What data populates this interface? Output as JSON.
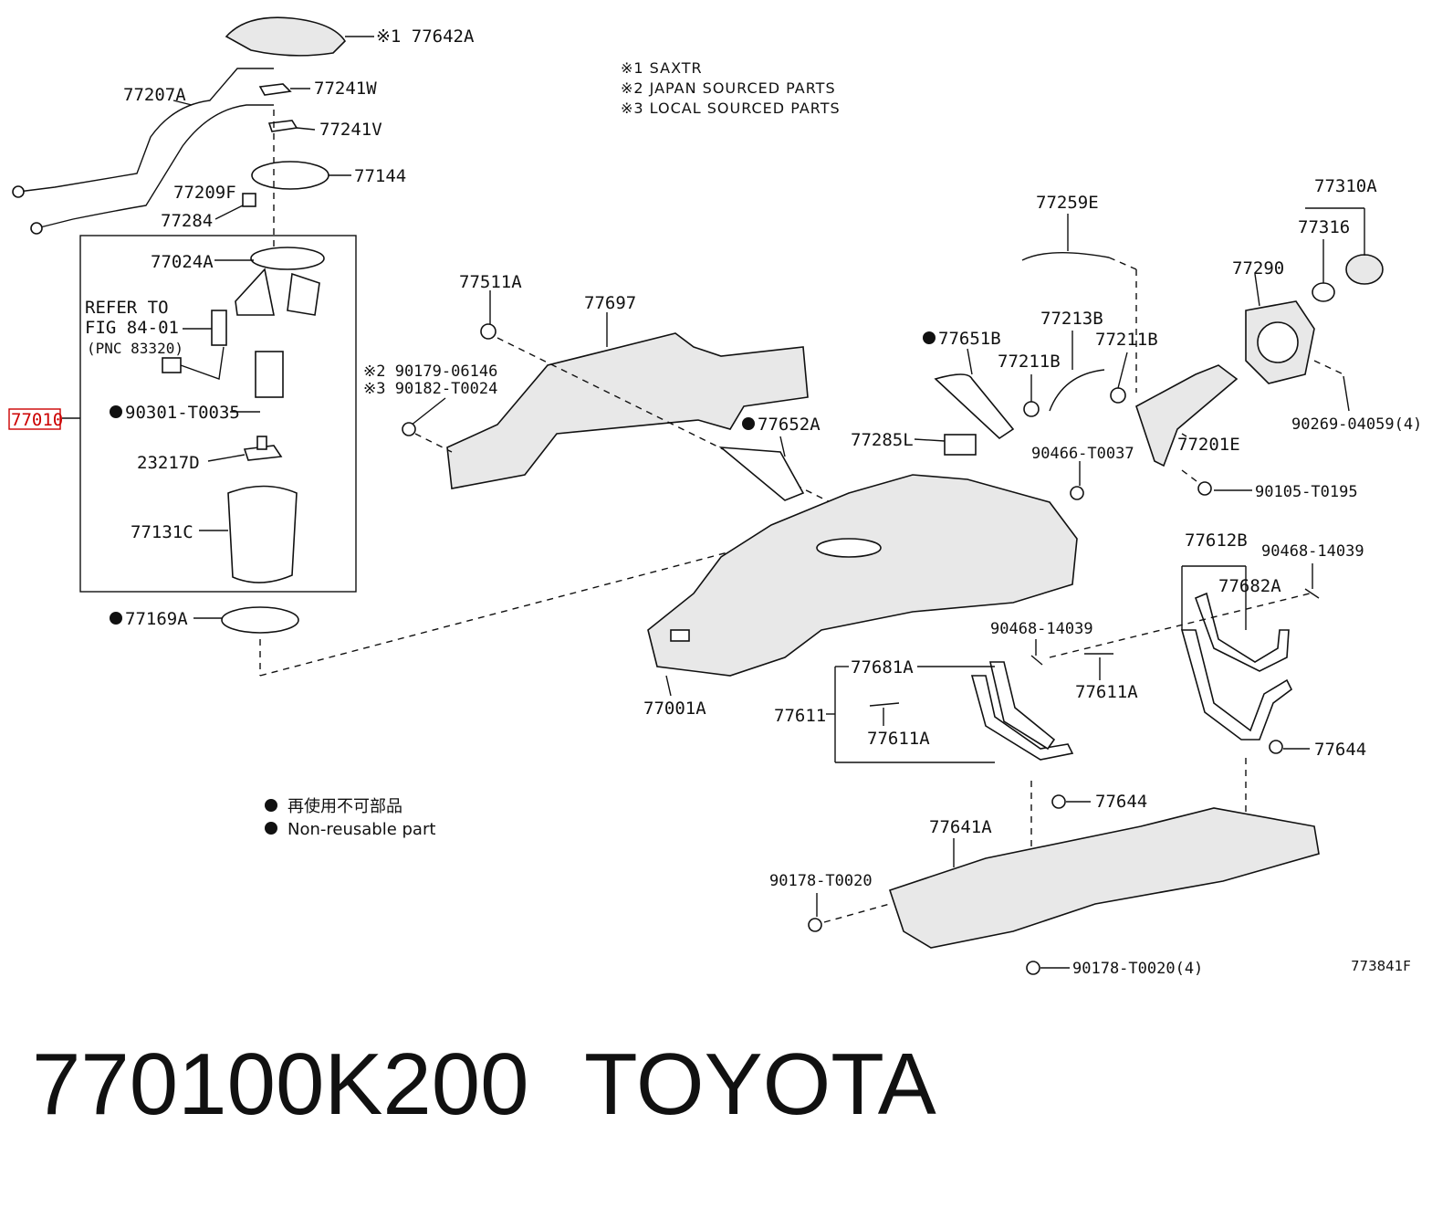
{
  "notes": {
    "n1": "※1 SAXTR",
    "n2": "※2 JAPAN SOURCED PARTS",
    "n3": "※3 LOCAL SOURCED PARTS"
  },
  "legend": {
    "jp": "再使用不可部品",
    "en": "Non-reusable part"
  },
  "refer": {
    "l1": "REFER TO",
    "l2": "FIG 84-01",
    "l3": "(PNC 83320)"
  },
  "parts": {
    "p77642A": "※1 77642A",
    "p77207A": "77207A",
    "p77241W": "77241W",
    "p77241V": "77241V",
    "p77144": "77144",
    "p77209F": "77209F",
    "p77284": "77284",
    "p77024A": "77024A",
    "p77010": "77010",
    "p90301": "90301-T0035",
    "p23217D": "23217D",
    "p77131C": "77131C",
    "p77169A": "77169A",
    "p77511A": "77511A",
    "p77697": "77697",
    "p90179": "※2 90179-06146",
    "p90182": "※3 90182-T0024",
    "p77652A": "77652A",
    "p77651B": "77651B",
    "p77259E": "77259E",
    "p77213B": "77213B",
    "p77211B_a": "77211B",
    "p77211B_b": "77211B",
    "p77285L": "77285L",
    "p90466": "90466-T0037",
    "p77201E": "77201E",
    "p77290": "77290",
    "p77310A": "77310A",
    "p77316": "77316",
    "p90269": "90269-04059(4)",
    "p90105": "90105-T0195",
    "p77612B": "77612B",
    "p90468_a": "90468-14039",
    "p77682A": "77682A",
    "p90468_b": "90468-14039",
    "p77681A": "77681A",
    "p77611_grp": "77611",
    "p77611A_a": "77611A",
    "p77611A_b": "77611A",
    "p77001A": "77001A",
    "p77644_a": "77644",
    "p77644_b": "77644",
    "p77641A": "77641A",
    "p90178_a": "90178-T0020",
    "p90178_b": "90178-T0020(4)",
    "fig_code": "773841F"
  },
  "caption": {
    "part_number": "770100K200",
    "brand": "TOYOTA"
  }
}
